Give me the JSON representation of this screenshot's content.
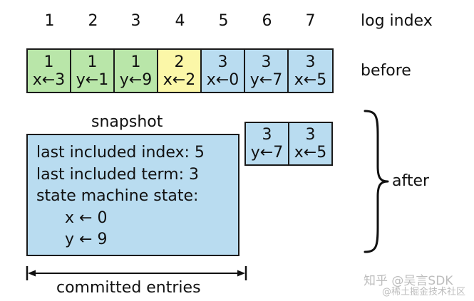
{
  "header": {
    "indices": [
      "1",
      "2",
      "3",
      "4",
      "5",
      "6",
      "7"
    ],
    "log_index_label": "log index"
  },
  "before": {
    "label": "before",
    "entries": [
      {
        "term": "1",
        "command": "x←3",
        "color": "#b9e6a9"
      },
      {
        "term": "1",
        "command": "y←1",
        "color": "#b9e6a9"
      },
      {
        "term": "1",
        "command": "y←9",
        "color": "#b9e6a9"
      },
      {
        "term": "2",
        "command": "x←2",
        "color": "#fbf7a8"
      },
      {
        "term": "3",
        "command": "x←0",
        "color": "#b9dcf0"
      },
      {
        "term": "3",
        "command": "y←7",
        "color": "#b9dcf0"
      },
      {
        "term": "3",
        "command": "x←5",
        "color": "#b9dcf0"
      }
    ]
  },
  "after": {
    "label": "after",
    "snapshot": {
      "title": "snapshot",
      "last_included_index": "last included index: 5",
      "last_included_term": "last included term: 3",
      "state_machine_label": "state machine state:",
      "state_x": "x ← 0",
      "state_y": "y ← 9",
      "color": "#b9dcf0"
    },
    "entries": [
      {
        "term": "3",
        "command": "y←7",
        "color": "#b9dcf0"
      },
      {
        "term": "3",
        "command": "x←5",
        "color": "#b9dcf0"
      }
    ]
  },
  "committed": {
    "label": "committed entries"
  },
  "watermark": {
    "line1": "知乎 @吴言SDK",
    "line2": "@稀土掘金技术社区"
  }
}
